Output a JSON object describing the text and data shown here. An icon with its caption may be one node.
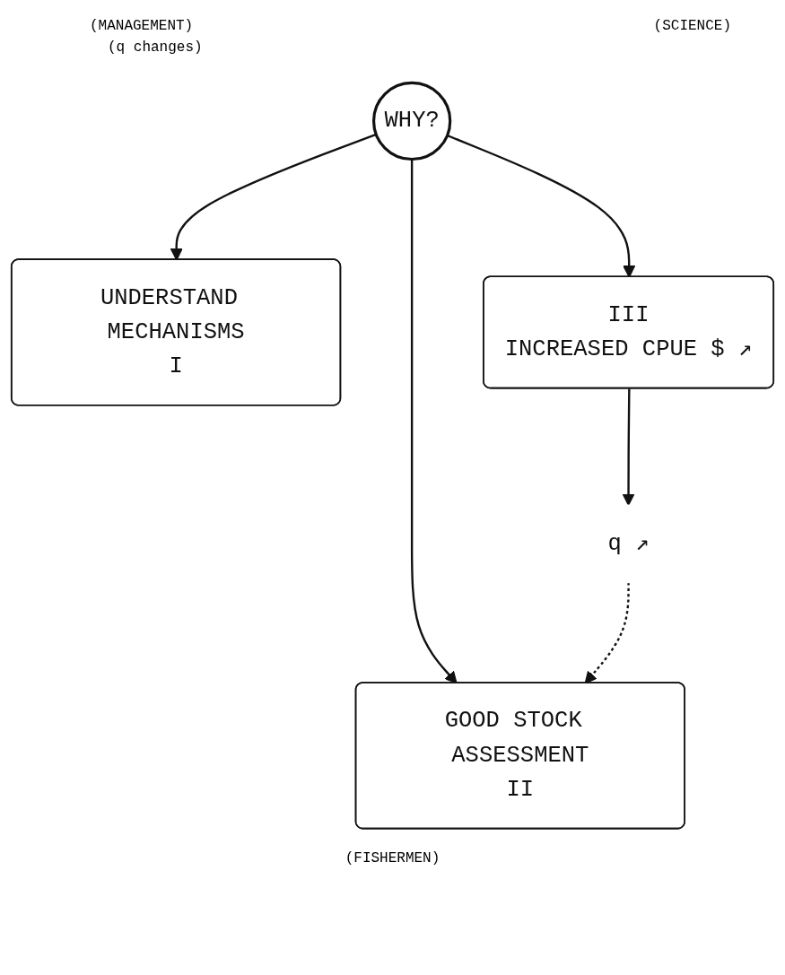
{
  "diagram": {
    "nodes": [
      {
        "text": [
          "WHY?"
        ]
      },
      {
        "text": [
          "GOOD STOCK ASSESSMENT",
          "II"
        ]
      },
      {
        "text": [
          "UNDERSTAND MECHANISMS",
          "I"
        ]
      },
      {
        "text": [
          "III",
          "INCREASED CPUE $ ↗"
        ]
      },
      {
        "text": [
          "q ↗"
        ]
      }
    ],
    "edges": [
      {
        "from": 0,
        "to": 1,
        "arrow": "to"
      },
      {
        "from": 0,
        "to": 2,
        "arrow": "to"
      },
      {
        "from": 0,
        "to": 3,
        "arrow": "to"
      },
      {
        "from": 3,
        "to": 4,
        "arrow": "to"
      },
      {
        "from": 4,
        "to": 1,
        "arrow": "to",
        "style": "dashed"
      }
    ],
    "labels": [
      "(MANAGEMENT)",
      "(SCIENCE)",
      "(q changes)",
      "(FISHERMEN)"
    ]
  }
}
